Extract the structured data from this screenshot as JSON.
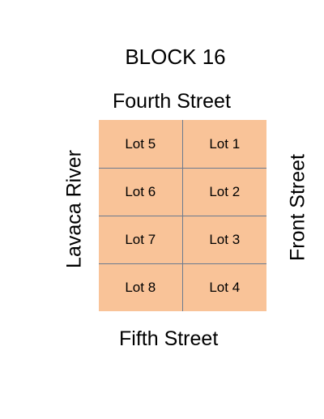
{
  "map": {
    "title": "BLOCK 16",
    "streets": {
      "north": "Fourth Street",
      "south": "Fifth Street",
      "west": "Lavaca River",
      "east": "Front Street"
    },
    "lots": [
      "Lot 5",
      "Lot 1",
      "Lot 6",
      "Lot 2",
      "Lot 7",
      "Lot 3",
      "Lot 8",
      "Lot 4"
    ],
    "colors": {
      "lot_fill": "#f9c398",
      "lot_border": "#6b7a8f"
    }
  }
}
